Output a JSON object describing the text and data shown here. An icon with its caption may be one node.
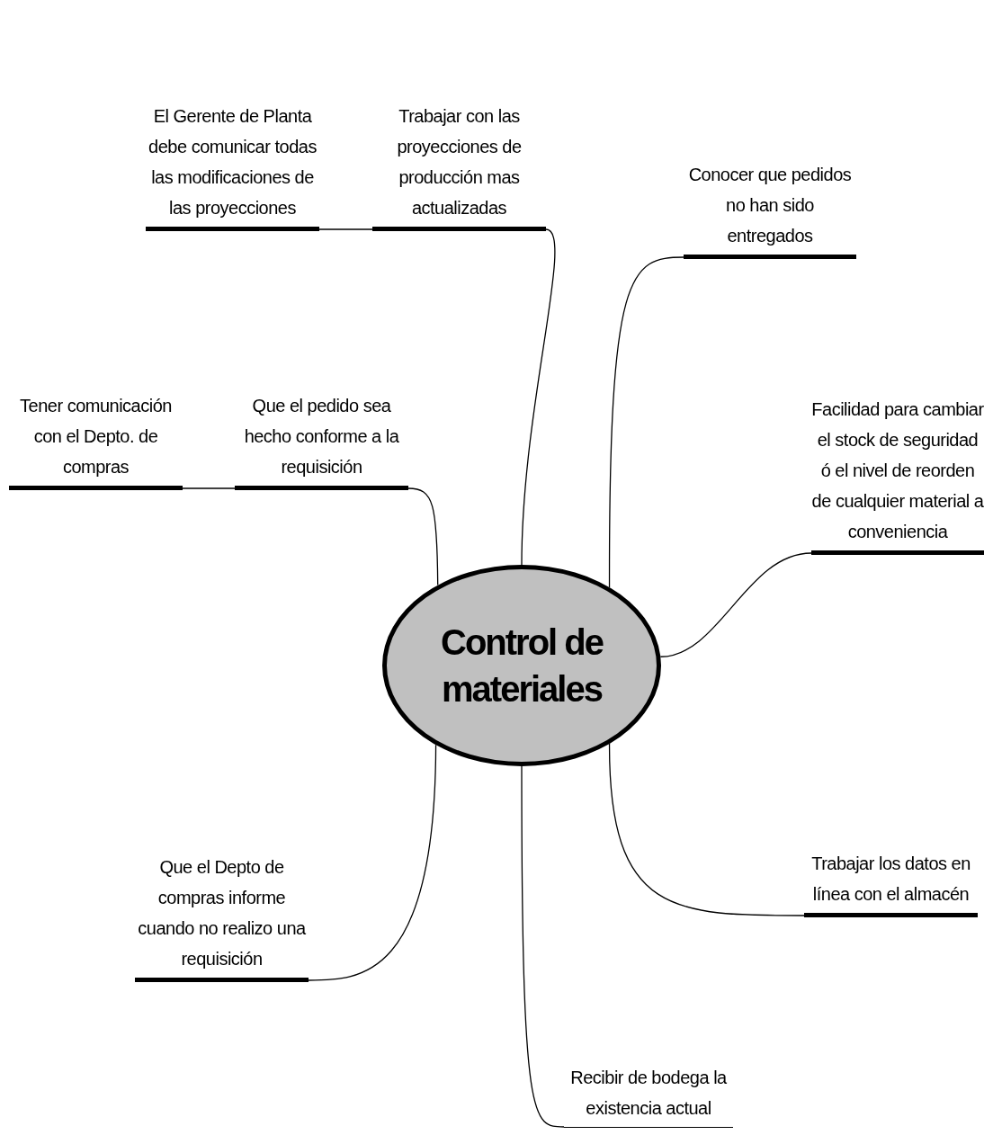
{
  "diagram": {
    "nodes": [
      {
        "text": [
          "Control de materiales"
        ]
      },
      {
        "text": [
          "El Gerente de Planta debe comunicar todas las modificaciones de las proyecciones"
        ]
      },
      {
        "text": [
          "Trabajar con las proyecciones de producción mas actualizadas"
        ]
      },
      {
        "text": [
          "Conocer que pedidos no han sido entregados"
        ]
      },
      {
        "text": [
          "Tener comunicación con el Depto. de compras"
        ]
      },
      {
        "text": [
          "Que el pedido sea hecho conforme a la requisición"
        ]
      },
      {
        "text": [
          "Facilidad para cambiar el stock de seguridad ó el nivel de reorden de cualquier material a conveniencia"
        ]
      },
      {
        "text": [
          "Que el Depto de compras informe cuando no realizo una requisición"
        ]
      },
      {
        "text": [
          "Trabajar los datos en línea con el almacén"
        ]
      },
      {
        "text": [
          "Recibir de bodega la existencia actual"
        ]
      }
    ],
    "edges": [
      {
        "from": 0,
        "to": 2,
        "arrow": "none"
      },
      {
        "from": 0,
        "to": 3,
        "arrow": "none"
      },
      {
        "from": 0,
        "to": 5,
        "arrow": "none"
      },
      {
        "from": 0,
        "to": 6,
        "arrow": "none"
      },
      {
        "from": 0,
        "to": 7,
        "arrow": "none"
      },
      {
        "from": 0,
        "to": 8,
        "arrow": "none"
      },
      {
        "from": 0,
        "to": 9,
        "arrow": "none"
      },
      {
        "from": 2,
        "to": 1,
        "arrow": "none"
      },
      {
        "from": 5,
        "to": 4,
        "arrow": "none"
      }
    ]
  }
}
